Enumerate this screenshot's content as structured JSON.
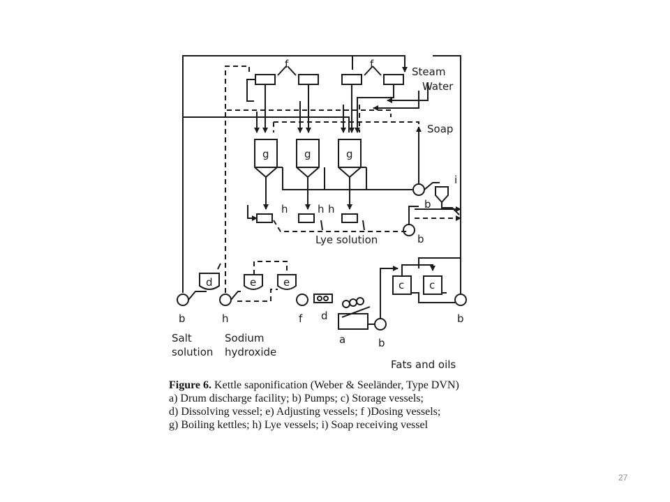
{
  "diagram": {
    "labels": {
      "steam": "Steam",
      "water": "Water",
      "soap": "Soap",
      "lye_solution": "Lye solution",
      "salt_solution_1": "Salt",
      "salt_solution_2": "solution",
      "sodium_hydroxide_1": "Sodium",
      "sodium_hydroxide_2": "hydroxide",
      "fats_and_oils": "Fats and oils"
    },
    "letters": {
      "f_left": "f",
      "f_right": "f",
      "g1": "g",
      "g2": "g",
      "g3": "g",
      "h1": "h",
      "h2": "h",
      "h3": "h",
      "i": "i",
      "b_soap": "b",
      "b_lye": "b",
      "b_salt": "b",
      "b_drum": "b",
      "b_fats": "b",
      "h_naoh": "h",
      "f_pump": "f",
      "d_top": "d",
      "d_right": "d",
      "e1": "e",
      "e2": "e",
      "a": "a",
      "c1": "c",
      "c2": "c"
    }
  },
  "caption": {
    "title": "Figure 6.",
    "title_rest": " Kettle saponification (Weber & Seeländer, Type DVN)",
    "line_a": "a) Drum discharge facility; b) Pumps; c) Storage vessels;",
    "line_d": "d) Dissolving vessel; e) Adjusting vessels; f )Dosing vessels;",
    "line_g": "g) Boiling kettles; h) Lye vessels; i) Soap receiving vessel"
  },
  "page_number": "27"
}
